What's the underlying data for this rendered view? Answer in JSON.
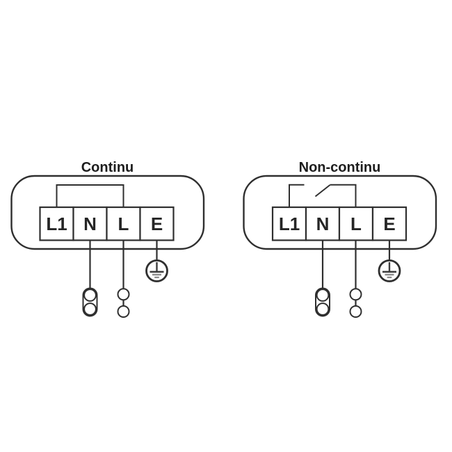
{
  "canvas": {
    "background": "#ffffff"
  },
  "colors": {
    "line": "#2f2f2f",
    "title_text": "#1d1d1d",
    "label_text": "#252525",
    "earth_bar_dark": "#3d3d3d",
    "earth_bar_gray": "#8d8d8d"
  },
  "diagrams": {
    "continuous": {
      "title": "Continu",
      "terminals": [
        "L1",
        "N",
        "L",
        "E"
      ],
      "icons": [
        "solid-jumper-wire",
        "two-pole-connector-icon",
        "inline-connector-icon",
        "earth-ground-icon"
      ]
    },
    "non_continuous": {
      "title": "Non-continu",
      "terminals": [
        "L1",
        "N",
        "L",
        "E"
      ],
      "icons": [
        "switch-contact-icon",
        "two-pole-connector-icon",
        "inline-connector-icon",
        "earth-ground-icon"
      ]
    }
  }
}
